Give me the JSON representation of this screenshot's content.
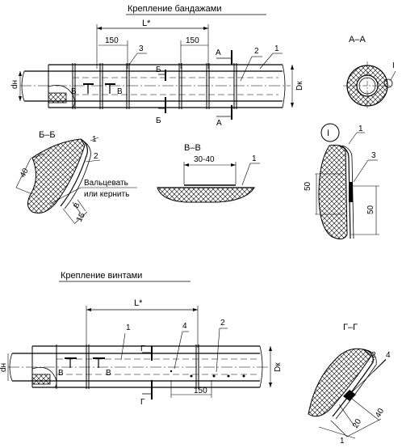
{
  "titles": {
    "bands": "Крепление бандажами",
    "screws": "Крепление винтами"
  },
  "dims": {
    "l_star_top": "L*",
    "l_star_bottom": "L*",
    "d150_a": "150",
    "d150_b": "150",
    "d150_c": "150",
    "dn_top": "dн",
    "dk_top": "Dк",
    "dn_bottom": "dн",
    "dk_bottom": "Dк",
    "d40_bb": "40",
    "d15_bb": "15",
    "d30_40": "30-40",
    "d50_a": "50",
    "d50_b": "50",
    "d20_gg": "20",
    "d40_gg": "40"
  },
  "sections": {
    "aa": "А–А",
    "bb": "Б–Б",
    "vv": "В–В",
    "gg": "Г–Г",
    "detail": "I"
  },
  "marks": {
    "A": "А",
    "B": "Б",
    "V": "В",
    "G": "Г"
  },
  "notes": {
    "line1": "Вальцевать",
    "line2": "или кернить"
  },
  "labels": {
    "n1": "1",
    "n2": "2",
    "n3": "3",
    "n4": "4"
  }
}
